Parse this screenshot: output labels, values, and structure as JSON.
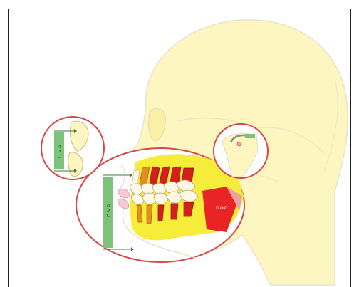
{
  "labels": {
    "dva_small": "D.V.A.",
    "dva_large": "D.V.A.",
    "muscle_dots": "ooo"
  },
  "colors": {
    "head_fill": "#fdf6c0",
    "head_outline": "#e6e3cf",
    "bone_yellow": "#f6ec3a",
    "circle_red": "#d94747",
    "tooth_red": "#d51f1f",
    "tooth_orange": "#e38f1d",
    "tooth_white": "#fdf8e6",
    "muscle_red": "#e82424",
    "dva_green": "#7bc27b",
    "condyle_gray": "#8a8a8a"
  }
}
